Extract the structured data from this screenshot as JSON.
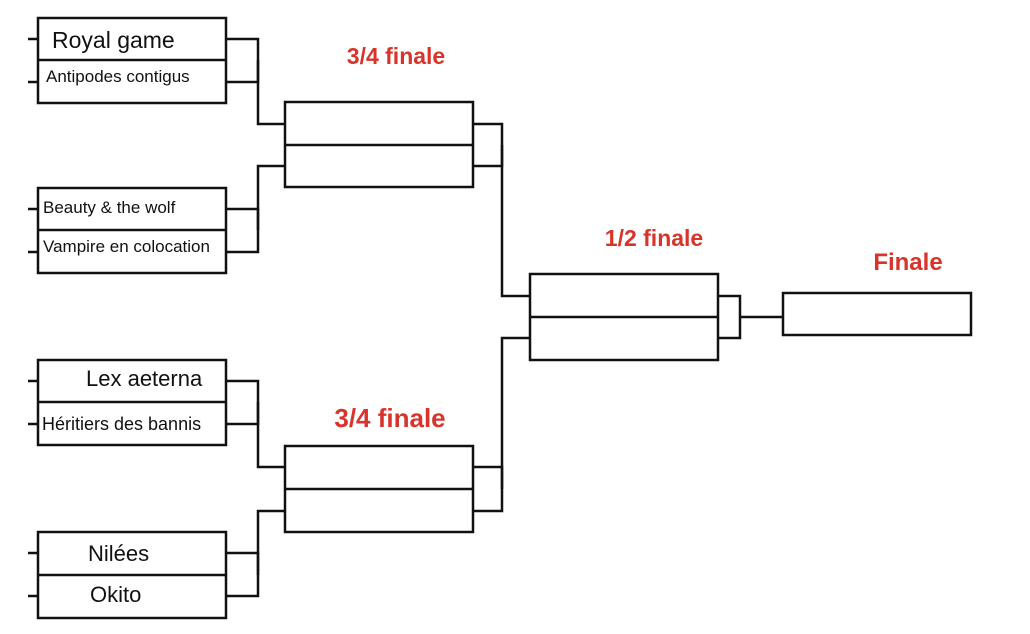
{
  "rounds": {
    "quarter_top": "3/4 finale",
    "quarter_bottom": "3/4 finale",
    "semi": "1/2 finale",
    "final": "Finale"
  },
  "teams": [
    "Royal game",
    "Antipodes contigus",
    "Beauty & the wolf",
    "Vampire en colocation",
    "Lex aeterna",
    "Héritiers des bannis",
    "Nilées",
    "Okito"
  ],
  "colors": {
    "line": "#111111",
    "label": "#d9342b"
  }
}
